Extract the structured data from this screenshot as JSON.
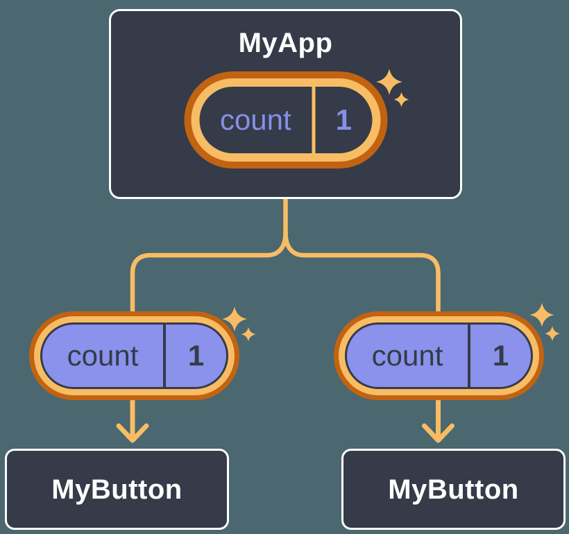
{
  "colors": {
    "background": "#4B6770",
    "node_fill": "#353B48",
    "node_border": "#FFFFFF",
    "orange_dark": "#C26312",
    "orange_light": "#F8BD64",
    "purple_fill": "#8A92EC",
    "purple_text": "#8590E8",
    "text_light": "#FFFFFF",
    "text_dark": "#353B48"
  },
  "diagram": {
    "root": {
      "title": "MyApp",
      "state": {
        "label": "count",
        "value": "1"
      }
    },
    "children": [
      {
        "title": "MyButton",
        "prop": {
          "label": "count",
          "value": "1"
        }
      },
      {
        "title": "MyButton",
        "prop": {
          "label": "count",
          "value": "1"
        }
      }
    ]
  }
}
